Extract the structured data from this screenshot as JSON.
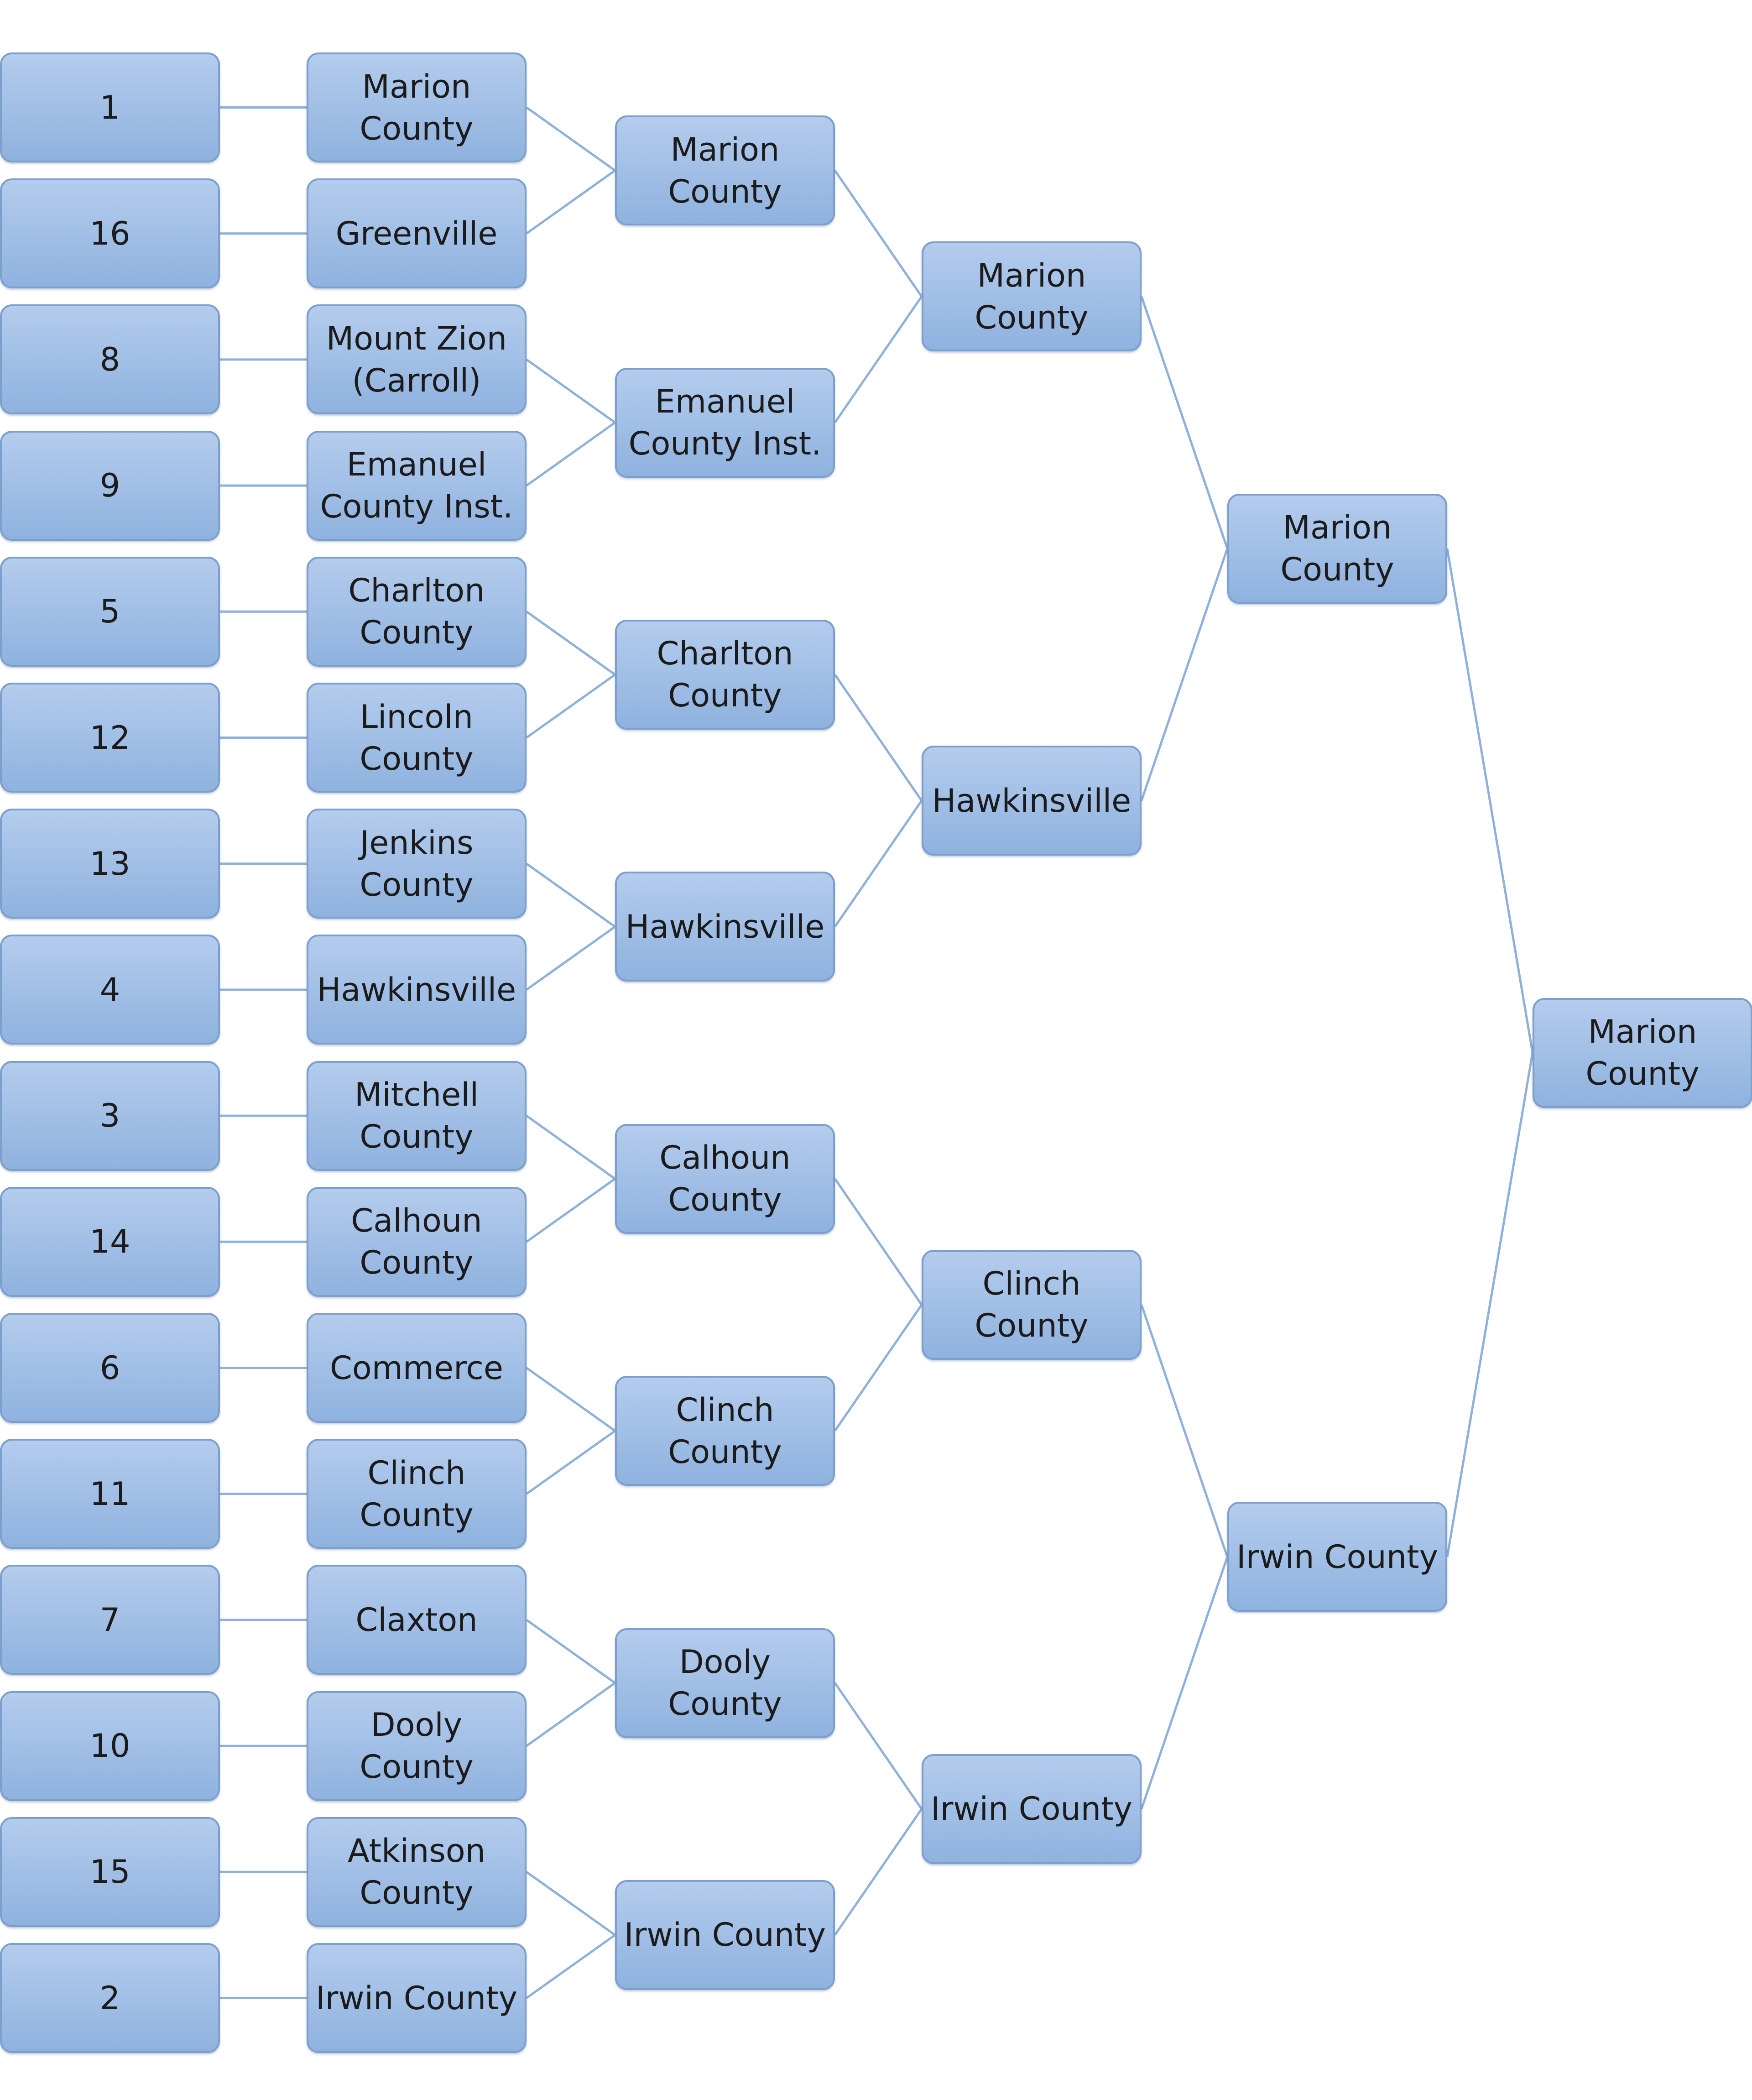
{
  "title": "Tournament bracket",
  "colors": {
    "line": "#8eb0da",
    "box_top": "#b4cced",
    "box_bottom": "#8fb2df",
    "border": "#7c9fcc"
  },
  "seeds": [
    "1",
    "16",
    "8",
    "9",
    "5",
    "12",
    "13",
    "4",
    "3",
    "14",
    "6",
    "11",
    "7",
    "10",
    "15",
    "2"
  ],
  "rounds": [
    [
      "Marion\nCounty",
      "Greenville",
      "Mount Zion\n(Carroll)",
      "Emanuel\nCounty Inst.",
      "Charlton\nCounty",
      "Lincoln\nCounty",
      "Jenkins\nCounty",
      "Hawkinsville",
      "Mitchell\nCounty",
      "Calhoun\nCounty",
      "Commerce",
      "Clinch\nCounty",
      "Claxton",
      "Dooly\nCounty",
      "Atkinson\nCounty",
      "Irwin County"
    ],
    [
      "Marion\nCounty",
      "Emanuel\nCounty Inst.",
      "Charlton\nCounty",
      "Hawkinsville",
      "Calhoun\nCounty",
      "Clinch\nCounty",
      "Dooly\nCounty",
      "Irwin County"
    ],
    [
      "Marion\nCounty",
      "Hawkinsville",
      "Clinch\nCounty",
      "Irwin County"
    ],
    [
      "Marion\nCounty",
      "Irwin County"
    ],
    [
      "Marion\nCounty"
    ]
  ]
}
